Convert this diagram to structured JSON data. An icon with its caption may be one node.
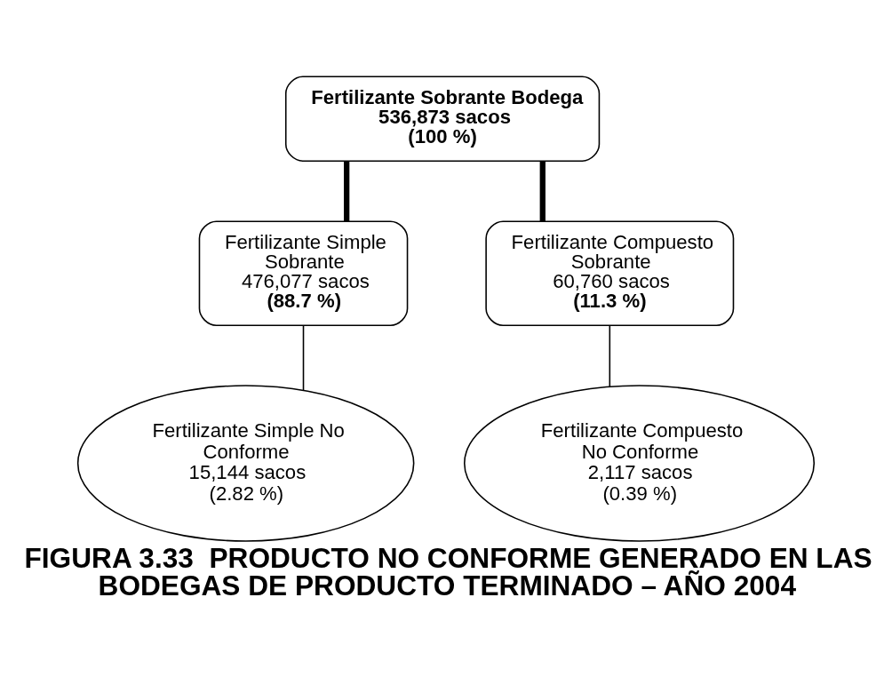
{
  "diagram": {
    "caption": "FIGURA 3.33  PRODUCTO NO CONFORME GENERADO EN LAS BODEGAS DE PRODUCTO TERMINADO – AÑO 2004",
    "nodes": [
      {
        "text": [
          "Fertilizante Sobrante Bodega",
          "536,873 sacos",
          "(100 %)"
        ]
      },
      {
        "text": [
          "Fertilizante Simple Sobrante",
          "476,077 sacos",
          "**(88.7 %)**"
        ]
      },
      {
        "text": [
          "Fertilizante Compuesto Sobrante",
          "60,760 sacos",
          "**(11.3 %)**"
        ]
      },
      {
        "text": [
          "Fertilizante Simple No Conforme",
          "15,144 sacos",
          "(2.82 %)"
        ]
      },
      {
        "text": [
          "Fertilizante Compuesto No Conforme",
          "2,117 sacos",
          "(0.39 %)"
        ]
      }
    ],
    "edges": [
      {
        "from": 0,
        "to": 1,
        "arrow": "none",
        "style": "thick"
      },
      {
        "from": 0,
        "to": 2,
        "arrow": "none",
        "style": "thick"
      },
      {
        "from": 1,
        "to": 3,
        "arrow": "none"
      },
      {
        "from": 2,
        "to": 4,
        "arrow": "none"
      }
    ]
  }
}
